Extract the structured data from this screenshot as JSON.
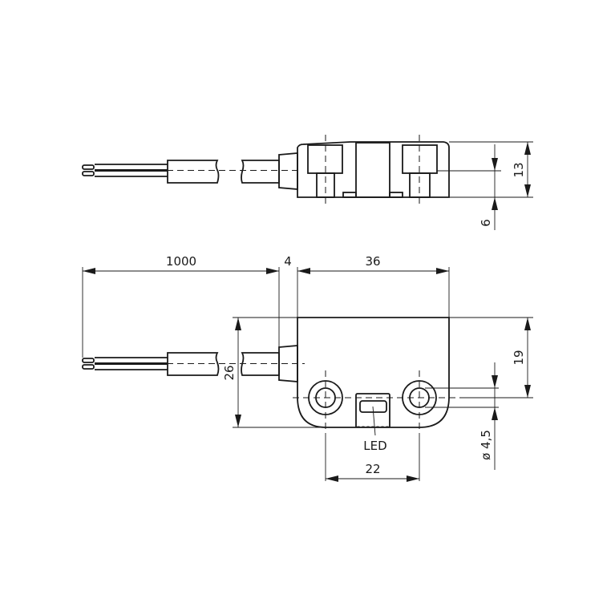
{
  "drawing": {
    "type": "technical-dimension-drawing",
    "line_color": "#1a1a1a",
    "background": "#ffffff",
    "side_view": {
      "dimensions": {
        "height_total": "13",
        "offset_bottom": "6"
      }
    },
    "top_view": {
      "dimensions": {
        "cable_length": "1000",
        "gland_length": "4",
        "body_width": "36",
        "body_height": "26",
        "hole_height": "19",
        "hole_spacing": "22",
        "hole_diameter": "ø 4,5"
      },
      "labels": {
        "led": "LED"
      }
    }
  }
}
